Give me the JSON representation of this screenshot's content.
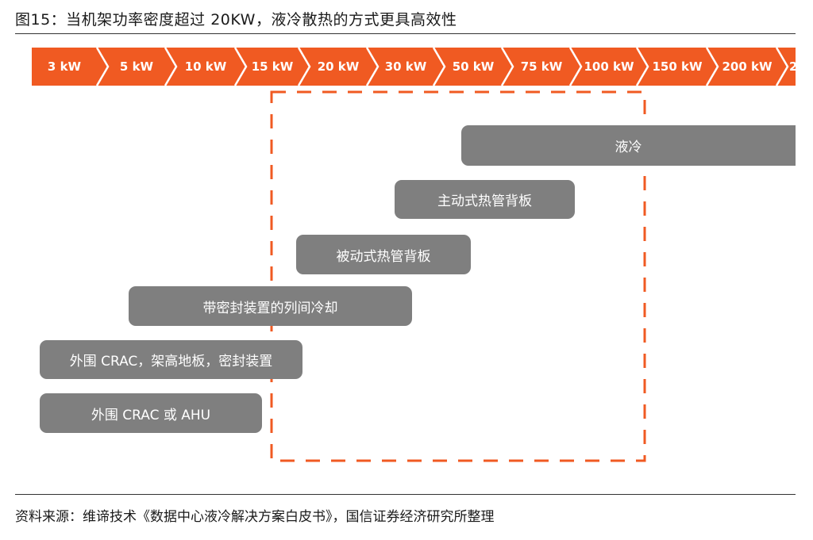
{
  "title": "图15：当机架功率密度超过 20KW，液冷散热的方式更具高效性",
  "power_scale": [
    "3 kW",
    "5 kW",
    "10 kW",
    "15 kW",
    "20 kW",
    "30 kW",
    "50 kW",
    "75 kW",
    "100 kW",
    "150 kW",
    "200 kW",
    "2"
  ],
  "cooling_methods": [
    "液冷",
    "主动式热管背板",
    "被动式热管背板",
    "带密封装置的列间冷却",
    "外围 CRAC，架高地板，密封装置",
    "外围 CRAC 或 AHU"
  ],
  "source": "资料来源：维谛技术《数据中心液冷解决方案白皮书》，国信证券经济研究所整理",
  "colors": {
    "accent": "#f05a22",
    "box": "#7f7f7f",
    "arrow_divider": "#ffffff"
  }
}
